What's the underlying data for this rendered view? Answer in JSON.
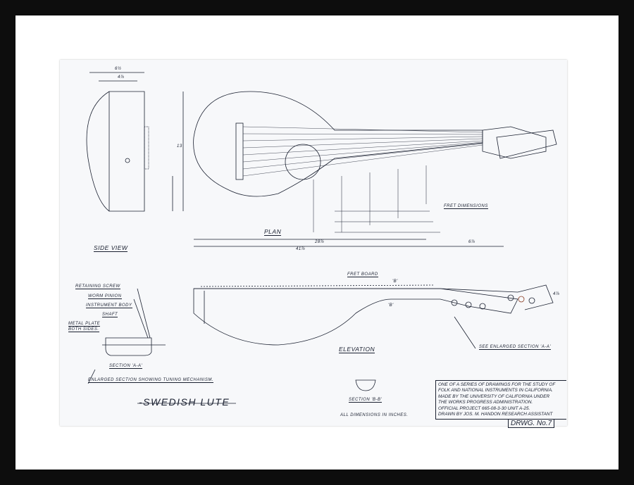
{
  "drawing": {
    "title": "-SWEDISH LUTE",
    "views": {
      "side_view": "SIDE VIEW",
      "plan": "PLAN",
      "elevation": "ELEVATION",
      "section_aa": "SECTION 'A-A'",
      "section_bb": "SECTION 'B-B'"
    },
    "callouts": {
      "retaining_screw": "RETAINING SCREW",
      "worm_pinion": "WORM PINION",
      "instrument_body": "INSTRUMENT BODY",
      "shaft": "SHAFT",
      "metal_plate_1": "METAL PLATE",
      "metal_plate_2": "BOTH SIDES.",
      "enlarged_section": "ENLARGED SECTION SHOWING TUNING MECHANISM.",
      "fret_board": "FRET BOARD",
      "fret_dimensions": "FRET DIMENSIONS",
      "see_enlarged": "SEE ENLARGED SECTION 'A-A'",
      "b_marker_top": "'B'",
      "b_marker_bottom": "'B'"
    },
    "dimensions": {
      "side_width": "6½",
      "side_inner": "4⅞",
      "height": "13",
      "plan_total": "41⅞",
      "plan_part": "28⅞",
      "plan_end": "6⅞",
      "elev_height": "4⅞"
    },
    "units_note": "ALL DIMENSIONS IN INCHES.",
    "info_block": [
      "ONE OF A SERIES OF DRAWINGS FOR THE STUDY OF",
      "FOLK AND NATIONAL INSTRUMENTS IN CALIFORNIA.",
      "MADE BY THE UNIVERSITY OF CALIFORNIA UNDER",
      "THE WORKS PROGRESS ADMINISTRATION.",
      "OFFICIAL PROJECT 665-08-3-30 UNIT A-25.",
      "DRAWN BY JOS. M. HANDON RESEARCH ASSISTANT"
    ],
    "drawing_number": "DRWG. No.7",
    "colors": {
      "frame": "#0d0d0d",
      "mat": "#ffffff",
      "paper": "#f7f8fa",
      "ink": "#1a2030"
    }
  }
}
